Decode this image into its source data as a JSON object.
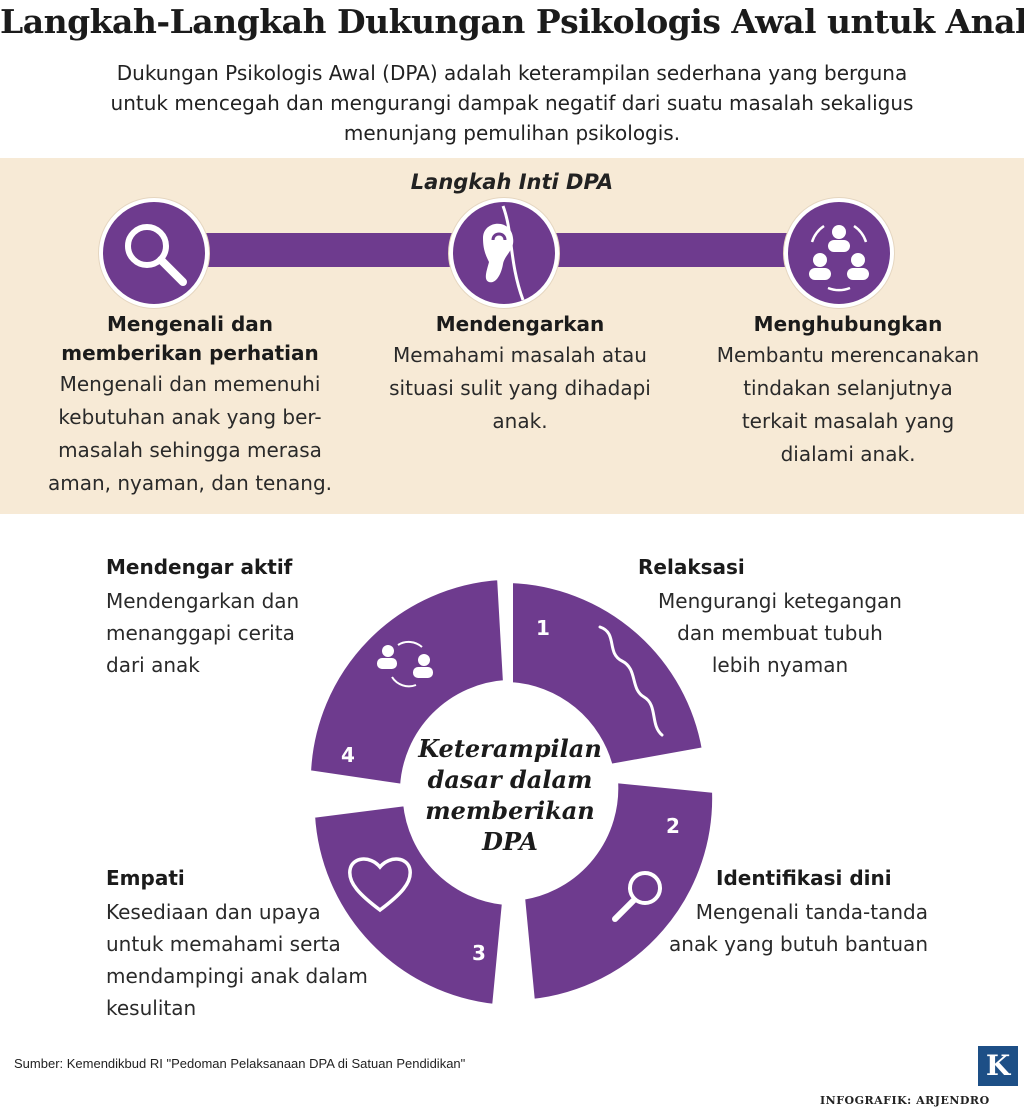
{
  "title": "Langkah-Langkah Dukungan Psikologis Awal untuk Anak",
  "intro": {
    "lines": [
      "Dukungan Psikologis Awal (DPA) adalah keterampilan sederhana yang berguna",
      "untuk mencegah dan mengurangi dampak negatif dari suatu masalah sekaligus",
      "menunjang pemulihan psikologis."
    ]
  },
  "core": {
    "heading": "Langkah Inti DPA",
    "steps": [
      {
        "icon": "magnifier-icon",
        "title_lines": [
          "Mengenali dan",
          "memberikan perhatian"
        ],
        "desc_lines": [
          "Mengenali dan memenuhi",
          "kebutuhan anak yang ber-",
          "masalah sehingga merasa",
          "aman, nyaman, dan tenang."
        ]
      },
      {
        "icon": "ear-icon",
        "title_lines": [
          "Mendengarkan"
        ],
        "desc_lines": [
          "Memahami masalah atau",
          "situasi sulit yang dihadapi",
          "anak."
        ]
      },
      {
        "icon": "people-connect-icon",
        "title_lines": [
          "Menghubungkan"
        ],
        "desc_lines": [
          "Membantu merencanakan",
          "tindakan selanjutnya",
          "terkait masalah yang",
          "dialami anak."
        ]
      }
    ]
  },
  "skills": {
    "center_lines": [
      "Keterampilan",
      "dasar dalam",
      "memberikan",
      "DPA"
    ],
    "items": [
      {
        "number": "1",
        "icon": "wave-icon",
        "title": "Relaksasi",
        "desc_lines": [
          "Mengurangi ketegangan",
          "dan membuat tubuh",
          "lebih nyaman"
        ]
      },
      {
        "number": "2",
        "icon": "magnifier-icon",
        "title": "Identifikasi dini",
        "desc_lines": [
          "Mengenali tanda-tanda",
          "anak yang butuh bantuan"
        ]
      },
      {
        "number": "3",
        "icon": "heart-icon",
        "title": "Empati",
        "desc_lines": [
          "Kesediaan dan upaya",
          "untuk memahami serta",
          "mendampingi anak dalam",
          "kesulitan"
        ]
      },
      {
        "number": "4",
        "icon": "people-talk-icon",
        "title": "Mendengar aktif",
        "desc_lines": [
          "Mendengarkan dan",
          "menanggapi cerita",
          "dari anak"
        ]
      }
    ]
  },
  "footer": {
    "source": "Sumber: Kemendikbud RI \"Pedoman Pelaksanaan DPA di Satuan Pendidikan\"",
    "credit": "INFOGRAFIK: ARJENDRO",
    "logo_letter": "K"
  },
  "colors": {
    "accent": "#6e3b8e",
    "band": "#f7ead6"
  }
}
